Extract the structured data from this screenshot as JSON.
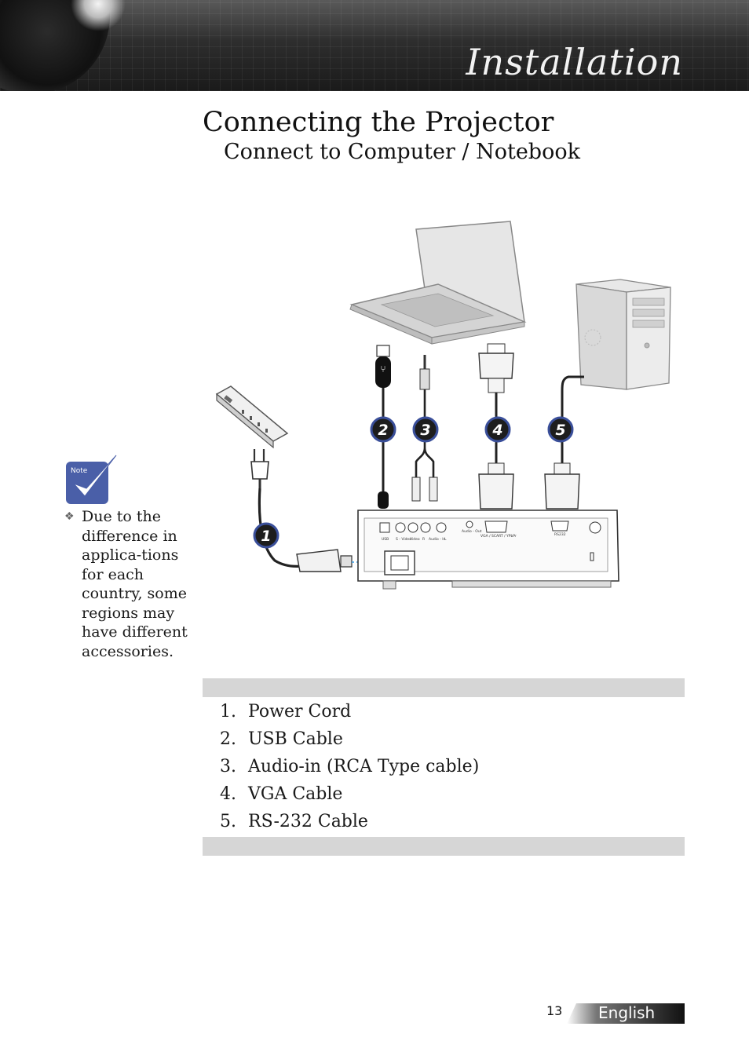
{
  "header": {
    "section_title": "Installation"
  },
  "page": {
    "title": "Connecting the Projector",
    "subtitle": "Connect to Computer / Notebook"
  },
  "diagram": {
    "callouts": [
      "1",
      "2",
      "3",
      "4",
      "5"
    ],
    "port_labels": [
      "USB",
      "S - Video",
      "Video",
      "R",
      "Audio - In",
      "L",
      "Audio - Out",
      "VGA / SCART / YPbPr",
      "RS232"
    ]
  },
  "note": {
    "badge_label": "Note",
    "text": "Due to the difference in applica-tions for each country, some regions may have different accessories."
  },
  "legend": {
    "items": [
      {
        "num": "1.",
        "label": "Power Cord"
      },
      {
        "num": "2.",
        "label": "USB Cable"
      },
      {
        "num": "3.",
        "label": "Audio-in (RCA Type cable)"
      },
      {
        "num": "4.",
        "label": "VGA Cable"
      },
      {
        "num": "5.",
        "label": "RS-232 Cable"
      }
    ]
  },
  "footer": {
    "page_number": "13",
    "language": "English"
  },
  "colors": {
    "accent": "#3a4f9a",
    "note_badge": "#4a5fa8",
    "bar": "#d6d6d6"
  }
}
